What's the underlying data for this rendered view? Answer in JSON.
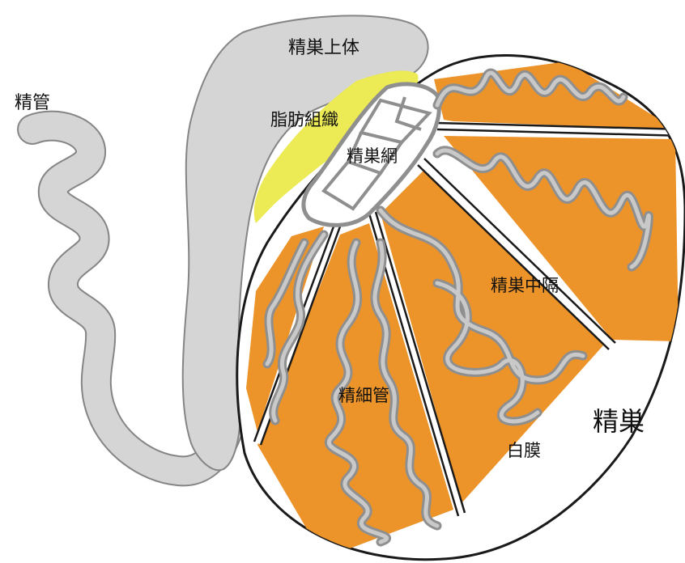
{
  "labels": {
    "vas_deferens": "精管",
    "epididymis": "精巣上体",
    "adipose_tissue": "脂肪組織",
    "rete_testis": "精巣網",
    "septum": "精巣中隔",
    "seminiferous_tubule": "精細管",
    "tunica_albuginea": "白膜",
    "testis": "精巣"
  },
  "colors": {
    "lobule": "#ec9329",
    "tubule": "#8f8f8f",
    "tubule_highlight": "#c9c9c9",
    "epididymis": "#d5d5d5",
    "outline": "#858585",
    "fat": "#ecea55",
    "capsule_border": "#1a1a1a",
    "capsule_fill": "#ffffff"
  }
}
